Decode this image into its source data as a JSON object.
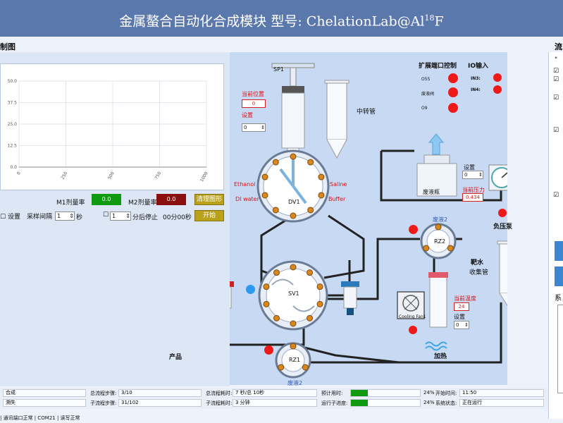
{
  "title": {
    "text": "金属螯合自动化合成模块 型号: ChelationLab@Al",
    "sup": "18",
    "tail": "F"
  },
  "left": {
    "header": "制图",
    "chart_data": {
      "type": "line",
      "yticks": [
        "50.0",
        "37.5",
        "25.0",
        "12.5",
        "0.0"
      ],
      "xticks": [
        "0",
        "250",
        "500",
        "750",
        "1000"
      ],
      "ylim": [
        0,
        50
      ],
      "xlim": [
        0,
        1000
      ],
      "series": []
    },
    "m1_label": "M1剂量率",
    "m1_value": "0.0",
    "m2_label": "M2剂量率",
    "m2_value": "0.0",
    "clear_btn": "清理图形",
    "settings_cb": "设置",
    "interval_label": "采样间隔",
    "interval_value": "1",
    "interval_unit": "秒",
    "stop_value": "1",
    "stop_label": "分后停止",
    "stop_time": "00分00秒",
    "start_btn": "开始"
  },
  "center": {
    "sp1": "SP1",
    "cur_pos_label": "当前位置",
    "cur_pos_value": "0",
    "set_label": "设置",
    "set_value": "0",
    "transfer_tube": "中转管",
    "ext_port": "扩展端口控制",
    "io_input": "IO输入",
    "ports": [
      "O55",
      "废液阀",
      "O9"
    ],
    "io": [
      "IN3:",
      "IN4:"
    ],
    "ethanol": "Ethanol",
    "di_water": "DI water",
    "saline": "Saline",
    "buffer": "Buffer",
    "dv1": "DV1",
    "sv1": "SV1",
    "rz1": "RZ1",
    "rz2": "RZ2",
    "waste_bottle": "废液瓶",
    "pressure_set_label": "设置",
    "pressure_set_value": "0",
    "pressure_label": "当前压力",
    "pressure_value": "0.434",
    "vacuum_pump": "负压泵",
    "target_water": "靶水",
    "collect_tube": "收集管",
    "liquid2_top": "废液2",
    "liquid2_bottom": "废液2",
    "temp_label": "当前温度",
    "temp_value": "24",
    "temp_set_label": "设置",
    "temp_set_value": "0",
    "fan": "Cooling Fan1",
    "heat": "加热",
    "product": "产品"
  },
  "right": {
    "header": "流",
    "quote": "\"",
    "section": "系"
  },
  "status": {
    "row1": {
      "label": "合成",
      "steps_label": "总流程步骤:",
      "steps_value": "3/10",
      "time_label": "总流程耗时:",
      "time_value": "7 秒/总 10秒",
      "est_label": "预计用时:",
      "est_percent": "24%",
      "start_label": "开始时间:",
      "start_value": "11:50"
    },
    "row2": {
      "label": "溯失",
      "steps_label": "子流程步骤:",
      "steps_value": "31/102",
      "time_label": "子流程耗时:",
      "time_value": "3 分钟",
      "prog_label": "运行子进度:",
      "prog_percent": "24%",
      "state_label": "系统状态:",
      "state_value": "正在运行"
    },
    "progress_fraction": 0.24
  },
  "bottom": {
    "text": "|  通讯端口正常  |  COM21  |  读写正常"
  },
  "colors": {
    "title_bg": "#5b78ad",
    "panel_bg": "#c7d9f3",
    "green": "#109a10",
    "red": "#ee1a1a",
    "olive": "#b9a21a"
  }
}
